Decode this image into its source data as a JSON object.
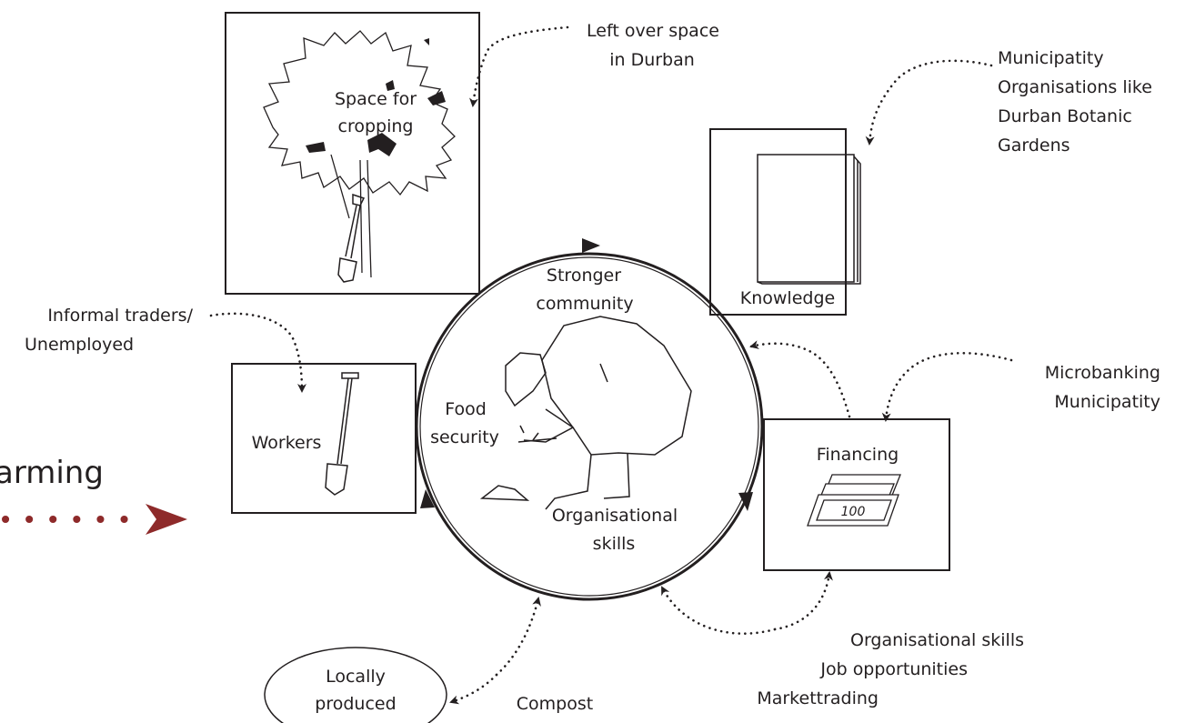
{
  "left_title": "arming",
  "center": {
    "top_line1": "Stronger",
    "top_line2": "community",
    "left_line1": "Food",
    "left_line2": "security",
    "bottom_line1": "Organisational",
    "bottom_line2": "skills"
  },
  "boxes": {
    "space": {
      "line1": "Space for",
      "line2": "cropping"
    },
    "knowledge": "Knowledge",
    "workers": "Workers",
    "financing": "Financing",
    "money_value": "100",
    "locally": {
      "line1": "Locally",
      "line2": "produced"
    }
  },
  "notes": {
    "leftover": {
      "line1": "Left over space",
      "line2": "in Durban"
    },
    "municipality": {
      "line1": "Municipatity",
      "line2": "Organisations like",
      "line3": "Durban Botanic",
      "line4": "Gardens"
    },
    "informal": {
      "line1": "Informal traders/",
      "line2": "Unemployed"
    },
    "microbanking": {
      "line1": "Microbanking",
      "line2": "Municipatity"
    },
    "outcomes": {
      "line1": "Organisational skills",
      "line2": "Job opportunities",
      "line3": "Markettrading"
    },
    "compost": "Compost"
  },
  "colors": {
    "ink": "#231f20",
    "accent": "#8e2a2a"
  },
  "icons": [
    "tree-icon",
    "spade-icon",
    "book-icon",
    "money-icon",
    "farmer-icon"
  ]
}
